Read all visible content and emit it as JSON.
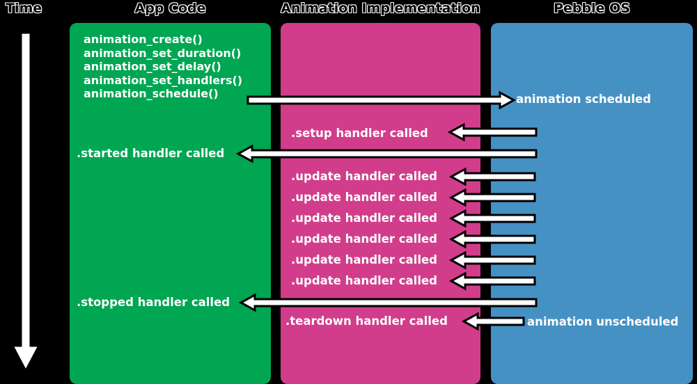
{
  "colors": {
    "bg": "#000000",
    "app_code_bg": "#00a652",
    "impl_bg": "#d23d8b",
    "os_bg": "#4691c3",
    "label_color": "#ffffff"
  },
  "timeline": {
    "label": "Time"
  },
  "columns": {
    "app_code": {
      "title": "App Code",
      "calls": [
        "animation_create()",
        "animation_set_duration()",
        "animation_set_delay()",
        "animation_set_handlers()",
        "animation_schedule()"
      ],
      "started": ".started handler called",
      "stopped": ".stopped handler called"
    },
    "implementation": {
      "title": "Animation Implementation",
      "setup": ".setup handler called",
      "updates": [
        ".update handler called",
        ".update handler called",
        ".update handler called",
        ".update handler called",
        ".update handler called",
        ".update handler called"
      ],
      "teardown": ".teardown handler called"
    },
    "pebble_os": {
      "title": "Pebble OS",
      "scheduled": "animation scheduled",
      "unscheduled": "animation unscheduled"
    }
  }
}
